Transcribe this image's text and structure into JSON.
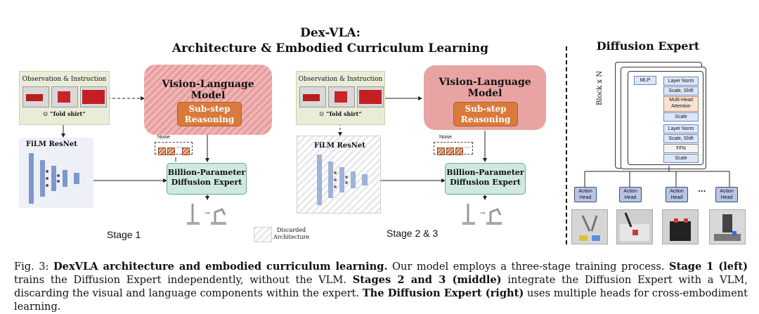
{
  "title": {
    "line1": "Dex-VLA:",
    "line2": "Architecture & Embodied Curriculum Learning"
  },
  "left": {
    "obs_title": "Observation & Instruction",
    "instruction": "“fold shirt”",
    "film": "FiLM ResNet",
    "vlm": "Vision-Language Model",
    "substep_line1": "Sub-step",
    "substep_line2": "Reasoning",
    "noise": "Noise",
    "noise_ellipsis": "···",
    "expert_line1": "Billion-Parameter",
    "expert_line2": "Diffusion Expert",
    "stage": "Stage 1"
  },
  "middle": {
    "obs_title": "Observation & Instruction",
    "instruction": "“fold shirt”",
    "film": "FiLM ResNet",
    "vlm": "Vision-Language Model",
    "substep_line1": "Sub-step",
    "substep_line2": "Reasoning",
    "noise": "Noise",
    "noise_ellipsis": "···",
    "expert_line1": "Billion-Parameter",
    "expert_line2": "Diffusion Expert",
    "stage": "Stage 2 & 3"
  },
  "legend": {
    "line1": "Discarded",
    "line2": "Architecture"
  },
  "right": {
    "title": "Diffusion Expert",
    "block_label": "Block x N",
    "mlp": "MLP",
    "rows": [
      "Layer Norm",
      "Scale, Shift",
      "Multi-Head Attention",
      "Scale",
      "Layer Norm",
      "Scale, Shift",
      "FFN",
      "Scale"
    ],
    "head_label_1": "Action",
    "head_label_2": "Head",
    "ellipsis": "···"
  },
  "caption": {
    "prefix": "Fig. 3: ",
    "bold1": "DexVLA architecture and embodied curriculum learning.",
    "t1": " Our model employs a three-stage training process. ",
    "bold2": "Stage 1 (left)",
    "t2": " trains the Diffusion Expert independently, without the VLM. ",
    "bold3": "Stages 2 and 3 (middle)",
    "t3": " integrate the Diffusion Expert with a VLM, discarding the visual and language components within the expert. ",
    "bold4": "The Diffusion Expert (right)",
    "t4": " uses multiple heads for cross-embodiment learning."
  },
  "colors": {
    "vlm": "#e8a3a3",
    "substep": "#d97a3b",
    "expert": "#cfe9e1",
    "film": "#7d99cc",
    "head": "#b9c5e6"
  }
}
